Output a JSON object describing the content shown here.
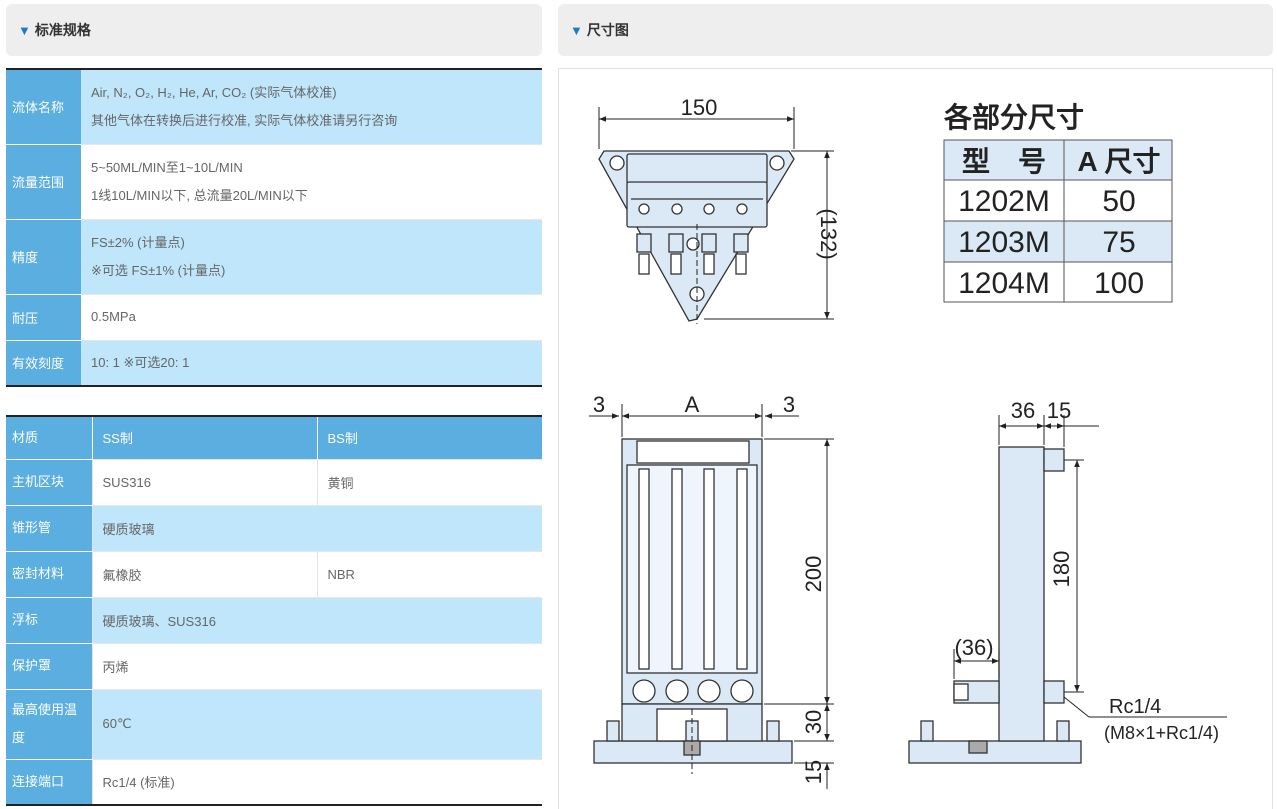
{
  "spec": {
    "header": "标准规格",
    "rows": [
      {
        "key": "流体名称",
        "lines": [
          "Air, N₂, O₂, H₂, He, Ar, CO₂ (实际气体校准)",
          "其他气体在转换后进行校准, 实际气体校准请另行咨询"
        ]
      },
      {
        "key": "流量范围",
        "lines": [
          "5~50ML/MIN至1~10L/MIN",
          "1线10L/MIN以下, 总流量20L/MIN以下"
        ]
      },
      {
        "key": "精度",
        "lines": [
          "FS±2% (计量点)",
          "※可选 FS±1% (计量点)"
        ]
      },
      {
        "key": "耐压",
        "lines": [
          "0.5MPa"
        ]
      },
      {
        "key": "有效刻度",
        "lines": [
          "10: 1 ※可选20: 1"
        ]
      }
    ]
  },
  "materials": {
    "header": [
      "材质",
      "SS制",
      "BS制"
    ],
    "rows": [
      {
        "key": "主机区块",
        "ss": "SUS316",
        "bs": "黄铜"
      },
      {
        "key": "锥形管",
        "both": "硬质玻璃"
      },
      {
        "key": "密封材料",
        "ss": "氟橡胶",
        "bs": "NBR"
      },
      {
        "key": "浮标",
        "both": "硬质玻璃、SUS316"
      },
      {
        "key": "保护罩",
        "both": "丙烯"
      },
      {
        "key": "最高使用温度",
        "both": "60℃"
      },
      {
        "key": "连接端口",
        "both": "Rc1/4 (标准)"
      }
    ]
  },
  "drawing": {
    "header": "尺寸图",
    "table_title": "各部分尺寸",
    "table_header": [
      "型　号",
      "A 尺寸"
    ],
    "table_rows": [
      [
        "1202M",
        "50"
      ],
      [
        "1203M",
        "75"
      ],
      [
        "1204M",
        "100"
      ]
    ],
    "dims": {
      "top_width": "150",
      "top_height": "(132)",
      "side_gap_left": "3",
      "a_label": "A",
      "side_gap_right": "3",
      "height_200": "200",
      "height_30": "30",
      "height_15": "15",
      "side_36": "36",
      "side_15": "15",
      "side_180": "180",
      "side_36p": "(36)",
      "port_label": "Rc1/4",
      "port_sub": "(M8×1+Rc1/4)"
    }
  },
  "colors": {
    "key_bg": "#5baee0",
    "row_alt": "#bfe6fb",
    "drawing_fill": "#dbe9f7",
    "accent": "#1a7dc8"
  }
}
